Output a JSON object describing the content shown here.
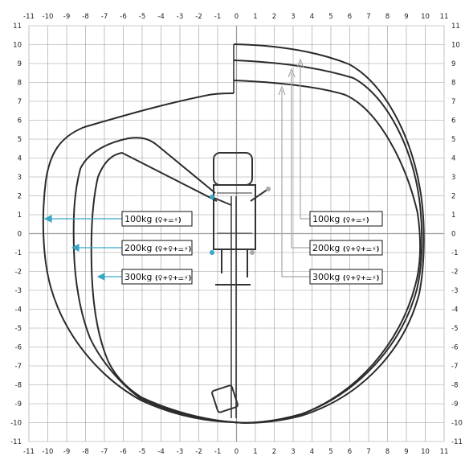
{
  "axis": {
    "x_ticks": [
      "-11",
      "-10",
      "-9",
      "-8",
      "-7",
      "-6",
      "-5",
      "-4",
      "-3",
      "-2",
      "-1",
      "0",
      "1",
      "2",
      "3",
      "4",
      "5",
      "6",
      "7",
      "8",
      "9",
      "10",
      "11"
    ],
    "y_ticks": [
      "11",
      "10",
      "9",
      "8",
      "7",
      "6",
      "5",
      "4",
      "3",
      "2",
      "1",
      "0",
      "-1",
      "-2",
      "-3",
      "-4",
      "-5",
      "-6",
      "-7",
      "-8",
      "-9",
      "-10",
      "-11"
    ]
  },
  "labels": {
    "left": [
      {
        "weight": "100kg",
        "symbol": "(♀+⚌⚡)"
      },
      {
        "weight": "200kg",
        "symbol": "(♀+♀+⚌⚡)"
      },
      {
        "weight": "300kg",
        "symbol": "(♀+♀+⚌⚡)"
      }
    ],
    "right": [
      {
        "weight": "100kg",
        "symbol": "(♀+⚌⚡)"
      },
      {
        "weight": "200kg",
        "symbol": "(♀+♀+⚌⚡)"
      },
      {
        "weight": "300kg",
        "symbol": "(♀+♀+⚌⚡)"
      }
    ]
  },
  "colors": {
    "grid": "#9a9a9a",
    "envelope": "#2b2b2b",
    "left_arrow": "#3aa6c7",
    "right_arrow": "#a8a8a8",
    "machine": "#333333"
  }
}
